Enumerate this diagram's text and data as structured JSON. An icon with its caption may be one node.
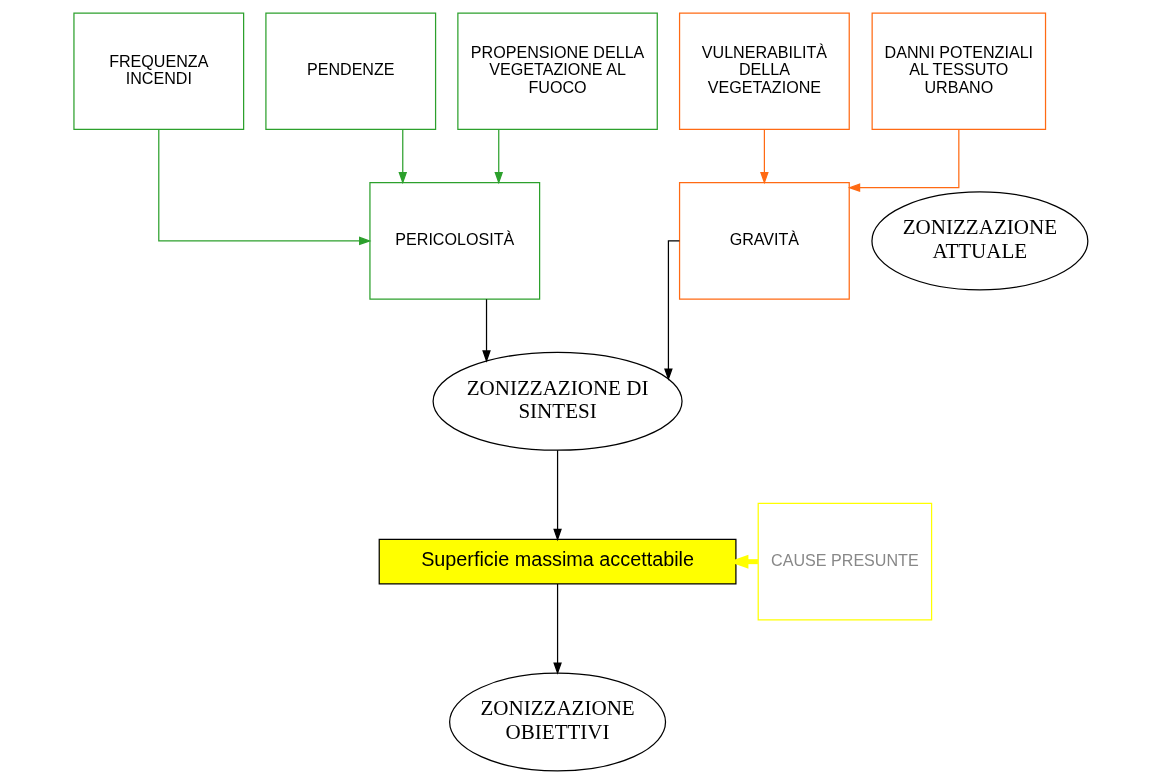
{
  "diagram": {
    "nodes": [
      {
        "text": [
          "FREQUENZA INCENDI"
        ]
      },
      {
        "text": [
          "PENDENZE"
        ]
      },
      {
        "text": [
          "PROPENSIONE DELLA VEGETAZIONE AL FUOCO"
        ]
      },
      {
        "text": [
          "VULNERABILITÀ DELLA VEGETAZIONE"
        ]
      },
      {
        "text": [
          "DANNI POTENZIALI AL TESSUTO URBANO"
        ]
      },
      {
        "text": [
          "PERICOLOSITÀ"
        ]
      },
      {
        "text": [
          "ZONIZZAZIONE ATTUALE"
        ]
      },
      {
        "text": [
          "GRAVITÀ"
        ]
      },
      {
        "text": [
          "ZONIZZAZIONE DI SINTESI"
        ]
      },
      {
        "text": [
          "Superficie massima accettabile"
        ]
      },
      {
        "text": [
          "CAUSE PRESUNTE"
        ]
      },
      {
        "text": [
          "ZONIZZAZIONE OBIETTIVI"
        ]
      }
    ],
    "edges": [
      {
        "from": 0,
        "to": 5,
        "arrow": "to",
        "color": "#2ca02c"
      },
      {
        "from": 1,
        "to": 5,
        "arrow": "to",
        "color": "#2ca02c"
      },
      {
        "from": 2,
        "to": 5,
        "arrow": "to",
        "color": "#2ca02c"
      },
      {
        "from": 3,
        "to": 7,
        "arrow": "to",
        "color": "#ff6a13"
      },
      {
        "from": 4,
        "to": 7,
        "arrow": "to",
        "color": "#ff6a13"
      },
      {
        "from": 5,
        "to": 8,
        "arrow": "to"
      },
      {
        "from": 7,
        "to": 8,
        "arrow": "to"
      },
      {
        "from": 8,
        "to": 9,
        "arrow": "to"
      },
      {
        "from": 10,
        "to": 9,
        "arrow": "to",
        "style": "thick",
        "color": "#ffff00"
      },
      {
        "from": 9,
        "to": 11,
        "arrow": "to"
      }
    ]
  }
}
